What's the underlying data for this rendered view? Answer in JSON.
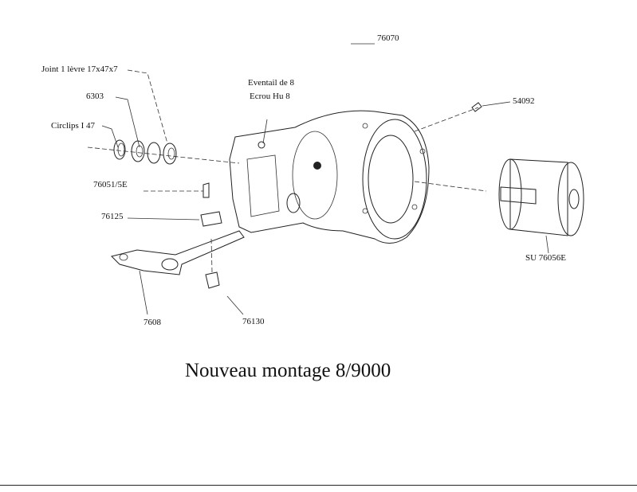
{
  "labels": {
    "part_76070": "76070",
    "joint": "Joint 1 lèvre 17x47x7",
    "bearing": "6303",
    "eventail": "Eventail de 8",
    "ecrou": "Ecrou Hu 8",
    "part_54092": "54092",
    "circlips": "Circlips I 47",
    "part_76051": "76051/5E",
    "part_76125": "76125",
    "su_76056e": "SU 76056E",
    "part_7608": "7608",
    "part_76130": "76130"
  },
  "title": "Nouveau montage 8/9000"
}
